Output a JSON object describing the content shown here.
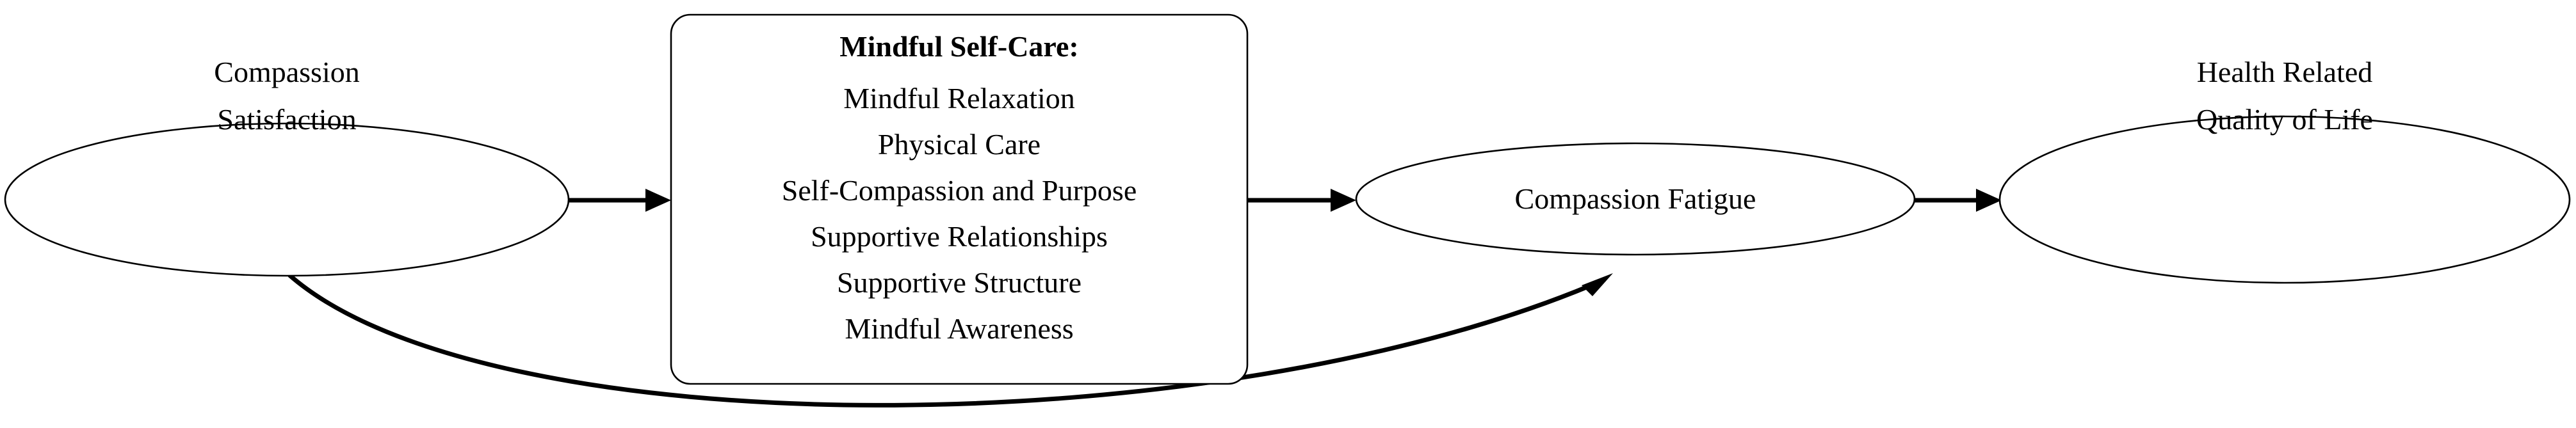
{
  "diagram": {
    "title": "Mindful Self-Care mediation model",
    "type": "path-model",
    "background_color": "#ffffff",
    "stroke_color": "#000000",
    "nodes": [
      {
        "id": "compassion-satisfaction",
        "shape": "ellipse",
        "lines": [
          "Compassion",
          "Satisfaction"
        ]
      },
      {
        "id": "mindful-self-care",
        "shape": "rounded-rectangle",
        "heading": "Mindful Self-Care:",
        "lines": [
          "Mindful Relaxation",
          "Physical Care",
          "Self-Compassion and Purpose",
          "Supportive Relationships",
          "Supportive Structure",
          "Mindful Awareness"
        ]
      },
      {
        "id": "compassion-fatigue",
        "shape": "ellipse",
        "lines": [
          "Compassion Fatigue"
        ]
      },
      {
        "id": "health-related-quality-of-life",
        "shape": "ellipse",
        "lines": [
          "Health Related",
          "Quality of Life"
        ]
      }
    ],
    "edges": [
      {
        "id": "cs-to-msc",
        "from": "compassion-satisfaction",
        "to": "mindful-self-care",
        "style": "straight",
        "arrow": "single"
      },
      {
        "id": "msc-to-cf",
        "from": "mindful-self-care",
        "to": "compassion-fatigue",
        "style": "straight",
        "arrow": "single"
      },
      {
        "id": "cf-to-hrqol",
        "from": "compassion-fatigue",
        "to": "health-related-quality-of-life",
        "style": "straight",
        "arrow": "single"
      },
      {
        "id": "cs-to-cf-direct",
        "from": "compassion-satisfaction",
        "to": "compassion-fatigue",
        "style": "curved",
        "arrow": "single"
      }
    ]
  }
}
